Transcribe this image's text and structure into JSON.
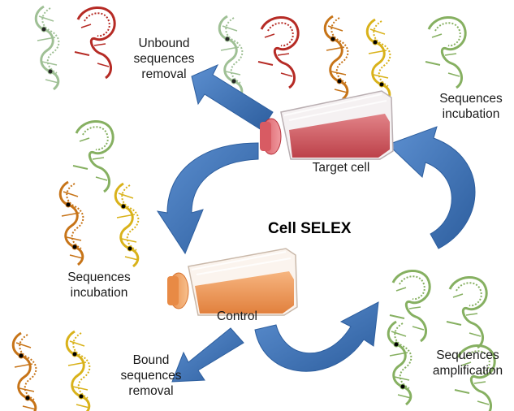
{
  "title": "Cell SELEX",
  "labels": {
    "unbound": [
      "Unbound",
      "sequences",
      "removal"
    ],
    "incubation_top": [
      "Sequences",
      "incubation"
    ],
    "target_cell": "Target cell",
    "incubation_left": [
      "Sequences",
      "incubation"
    ],
    "control": "Control",
    "bound": [
      "Bound",
      "sequences",
      "removal"
    ],
    "amplification": [
      "Sequences",
      "amplification"
    ]
  },
  "colors": {
    "arrow": "#3f74b8",
    "target_flask_medium": "#c8464e",
    "control_flask_medium": "#ee8f4a",
    "aptamer_green": "#86b061",
    "aptamer_red": "#b62b25",
    "aptamer_orange": "#c77418",
    "aptamer_yellow": "#d9b21a"
  }
}
